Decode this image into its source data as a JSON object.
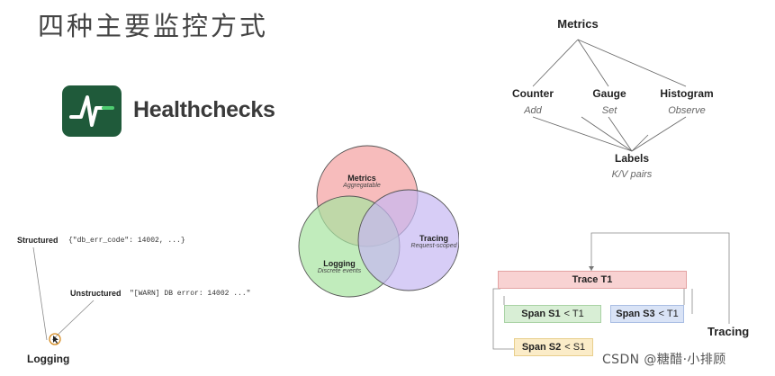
{
  "title": "四种主要监控方式",
  "healthchecks": {
    "name": "Healthchecks"
  },
  "metrics_diagram": {
    "root": "Metrics",
    "types": [
      {
        "name": "Counter",
        "op": "Add"
      },
      {
        "name": "Gauge",
        "op": "Set"
      },
      {
        "name": "Histogram",
        "op": "Observe"
      }
    ],
    "labels": {
      "name": "Labels",
      "desc": "K/V pairs"
    }
  },
  "venn": {
    "metrics": {
      "name": "Metrics",
      "desc": "Aggregatable",
      "color": "#f4a6a6"
    },
    "logging": {
      "name": "Logging",
      "desc": "Discrete events",
      "color": "#a6e4a0"
    },
    "tracing": {
      "name": "Tracing",
      "desc": "Request-scoped",
      "color": "#c6b8f2"
    }
  },
  "logging_diagram": {
    "structured_label": "Structured",
    "structured_example": "{\"db_err_code\": 14002, ...}",
    "unstructured_label": "Unstructured",
    "unstructured_example": "\"[WARN] DB error: 14002 ...\"",
    "footer": "Logging"
  },
  "tracing_diagram": {
    "trace": {
      "name": "Trace T1"
    },
    "spans": [
      {
        "name": "Span S1",
        "parent": "< T1",
        "color": "#d8eed5"
      },
      {
        "name": "Span S3",
        "parent": "< T1",
        "color": "#d9e3f6"
      },
      {
        "name": "Span S2",
        "parent": "< S1",
        "color": "#fbecc8"
      }
    ],
    "label": "Tracing"
  },
  "watermark": "CSDN @糖醋·小排顾"
}
